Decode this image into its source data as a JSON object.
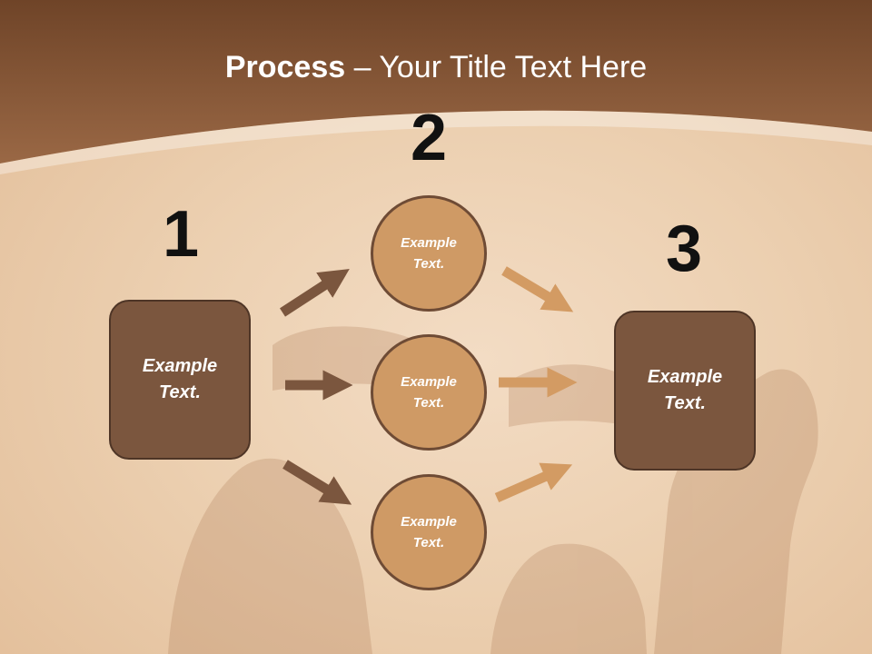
{
  "slide": {
    "title_bold": "Process",
    "title_rest": " – Your Title Text Here"
  },
  "steps": {
    "step1": {
      "number": "1",
      "text": "Example\nText."
    },
    "step2": {
      "number": "2",
      "circles": [
        {
          "text": "Example\nText."
        },
        {
          "text": "Example\nText."
        },
        {
          "text": "Example\nText."
        }
      ]
    },
    "step3": {
      "number": "3",
      "text": "Example\nText."
    }
  },
  "colors": {
    "header": "#7f5337",
    "box_fill": "#7b563e",
    "circle_fill": "#cf9a65",
    "arrow_dark": "#7b563e",
    "arrow_light": "#d39b63"
  }
}
